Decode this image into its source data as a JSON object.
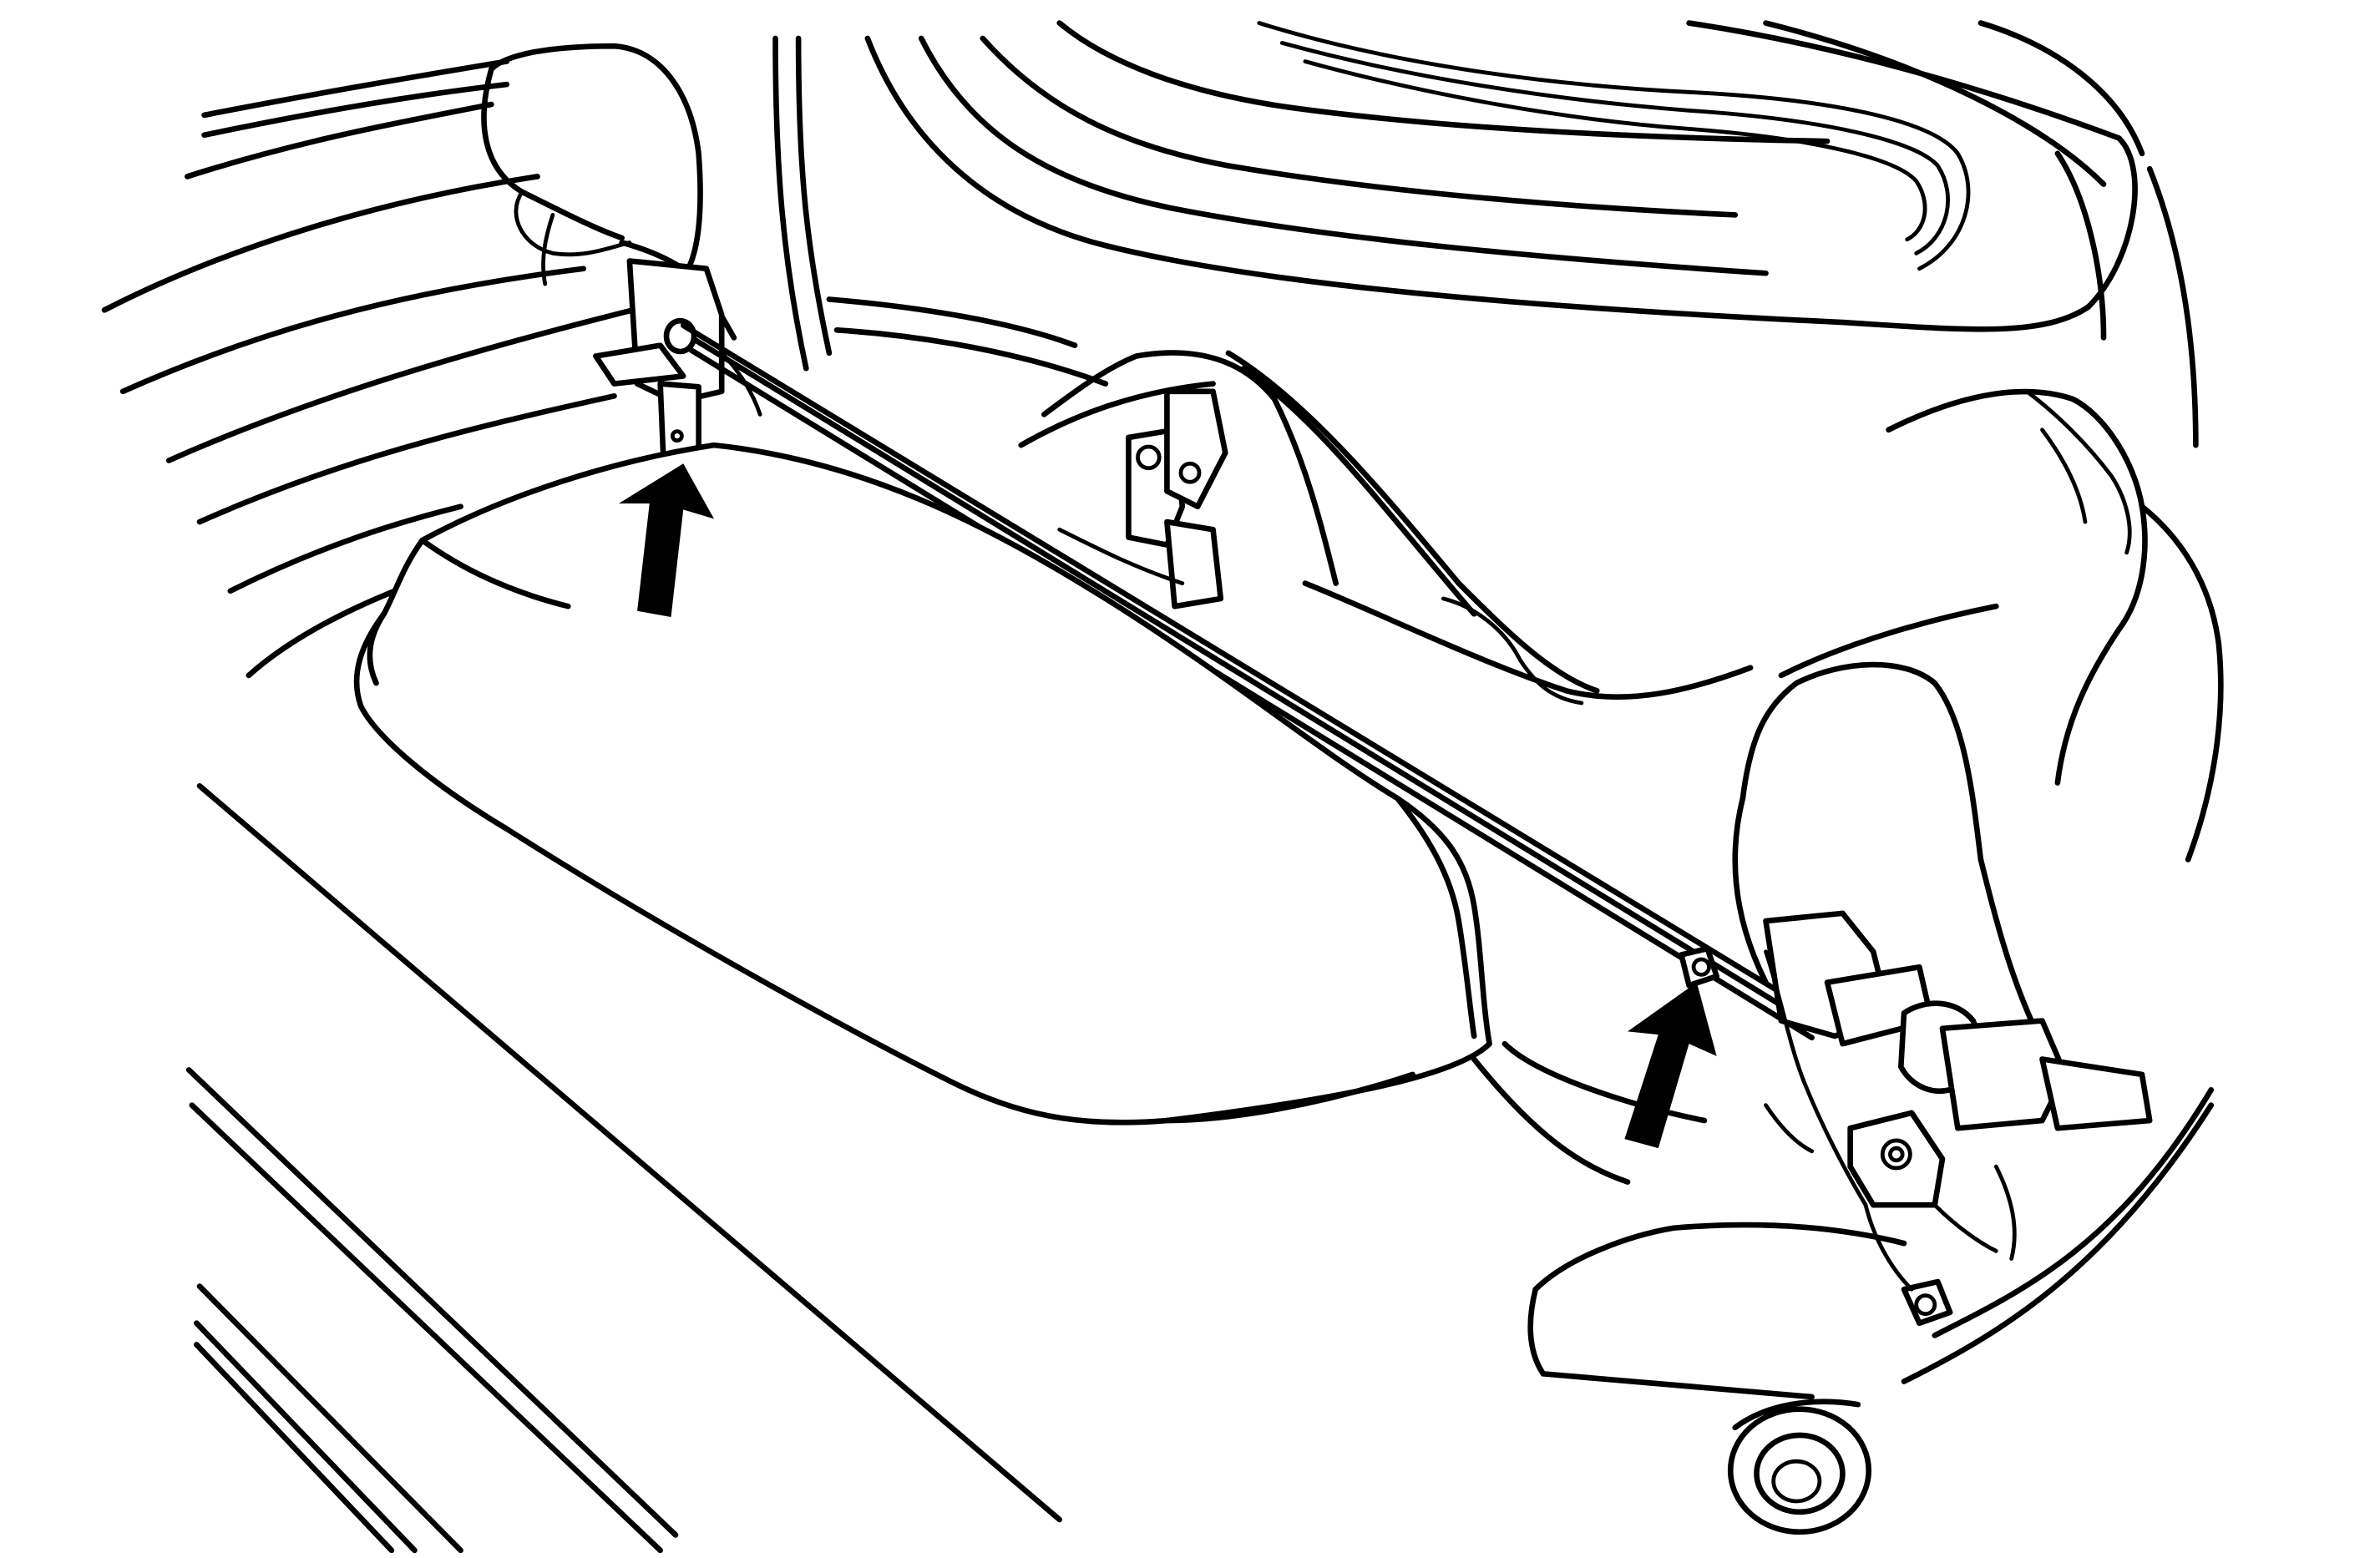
{
  "diagram": {
    "colors": {
      "background": "#ffffff",
      "line": "#000000",
      "arrow": "#000000"
    },
    "callouts": [
      {
        "id": "left",
        "icon": "arrow-up-icon",
        "target": "strut-rod-upper-mount"
      },
      {
        "id": "right",
        "icon": "arrow-up-icon",
        "target": "strut-rod-lower-clip"
      }
    ]
  }
}
